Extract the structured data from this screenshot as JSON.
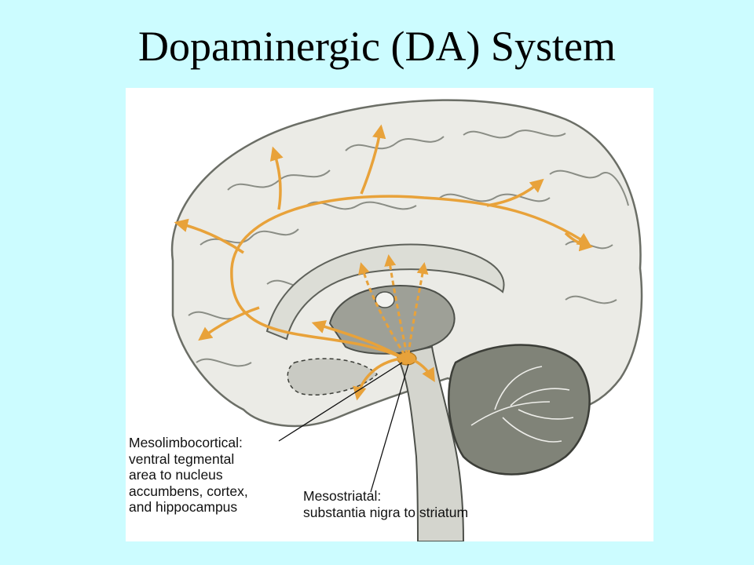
{
  "slide": {
    "title": "Dopaminergic (DA) System",
    "background_color": "#ccfcff"
  },
  "figure": {
    "pathway_color": "#e8a23a",
    "labels": {
      "mesolimbocortical": [
        "Mesolimbocortical:",
        "ventral tegmental",
        "area to nucleus",
        "accumbens, cortex,",
        "and hippocampus"
      ],
      "mesostriatal": [
        "Mesostriatal:",
        "substantia nigra to striatum"
      ]
    }
  }
}
